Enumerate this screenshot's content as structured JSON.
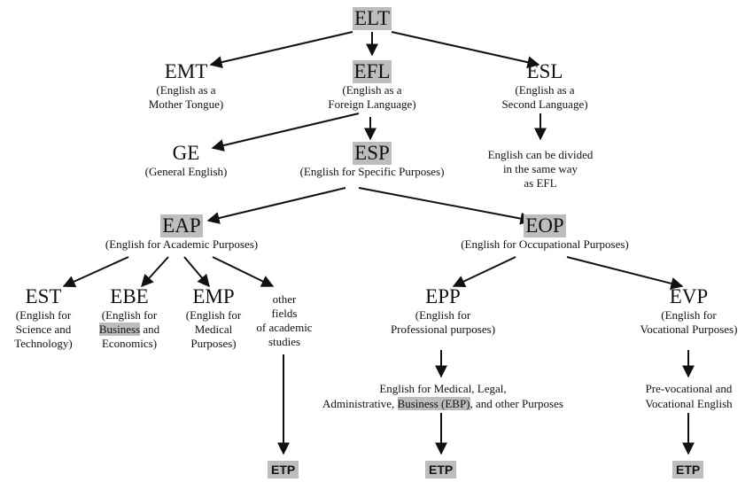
{
  "nodes": {
    "elt": {
      "abbr": "ELT"
    },
    "emt": {
      "abbr": "EMT",
      "line1": "(English as a",
      "line2": "Mother Tongue)"
    },
    "efl": {
      "abbr": "EFL",
      "line1": "(English as a",
      "line2": "Foreign Language)"
    },
    "esl": {
      "abbr": "ESL",
      "line1": "(English as a",
      "line2": "Second Language)"
    },
    "esl_note": {
      "line1": "English can be divided",
      "line2": "in the same way",
      "line3": "as EFL"
    },
    "ge": {
      "abbr": "GE",
      "line1": "(General English)"
    },
    "esp": {
      "abbr": "ESP",
      "line1": "(English for Specific Purposes)"
    },
    "eap": {
      "abbr": "EAP",
      "line1": "(English for Academic Purposes)"
    },
    "eop": {
      "abbr": "EOP",
      "line1": "(English for Occupational Purposes)"
    },
    "est": {
      "abbr": "EST",
      "line1": "(English for",
      "line2": "Science and",
      "line3": "Technology)"
    },
    "ebe": {
      "abbr": "EBE",
      "line1": "(English for",
      "line2_hl": "Business",
      "line2_rest": " and",
      "line3": "Economics)"
    },
    "emp": {
      "abbr": "EMP",
      "line1": "(English for",
      "line2": "Medical",
      "line3": "Purposes)"
    },
    "other": {
      "line1": "other",
      "line2": "fields",
      "line3": "of academic",
      "line4": "studies"
    },
    "epp": {
      "abbr": "EPP",
      "line1": "(English for",
      "line2": "Professional purposes)"
    },
    "evp": {
      "abbr": "EVP",
      "line1": "(English for",
      "line2": "Vocational Purposes)"
    },
    "epp_detail": {
      "line1": "English for Medical, Legal,",
      "line2_pre": "Administrative, ",
      "line2_hl": "Business (EBP)",
      "line2_post": ", and other Purposes"
    },
    "evp_detail": {
      "line1": "Pre-vocational and",
      "line2": "Vocational English"
    },
    "etp": {
      "label": "ETP"
    }
  }
}
